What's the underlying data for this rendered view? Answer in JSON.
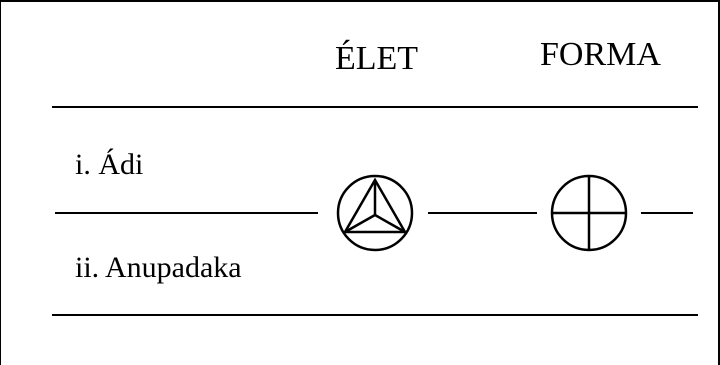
{
  "columns": {
    "life": "ÉLET",
    "form": "FORMA"
  },
  "rows": [
    {
      "label": "i. Ádi"
    },
    {
      "label": "ii. Anupadaka"
    }
  ],
  "symbols": {
    "life": "circle-with-triangle-and-center-lines",
    "form": "circle-with-cross"
  },
  "colors": {
    "ink": "#000000",
    "background": "#ffffff"
  }
}
